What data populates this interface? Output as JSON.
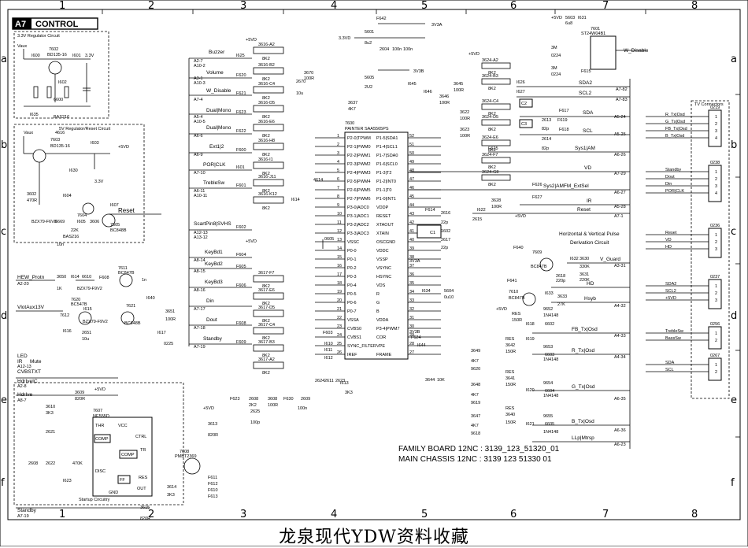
{
  "title": {
    "tag": "A7",
    "name": "CONTROL"
  },
  "grid_cols": [
    "1",
    "2",
    "3",
    "4",
    "5",
    "6",
    "7",
    "8"
  ],
  "grid_rows": [
    "a",
    "b",
    "c",
    "d",
    "e",
    "f"
  ],
  "blocks": {
    "reg33": "3.3V Regulator Circuit",
    "reg5": "5V Regulator/Reset Circuit",
    "startup": "Startup Circuitry",
    "hv_pulse_1": "Horizontal & Vertical Pulse",
    "hv_pulse_2": "Derivation Circuit"
  },
  "rails": {
    "v33d": "3.3VD",
    "v3a": "3V3A",
    "v3b": "3V3B",
    "p5vd": "+5VD",
    "vaux": "Vaux",
    "p5v": "+5V",
    "v33": "3.3V"
  },
  "ic": {
    "ref": "7600",
    "name": "PAINTER SAA5565PS"
  },
  "eeprom": {
    "ref": "7601",
    "name": "ST24W04B1"
  },
  "timer": {
    "ref": "7607",
    "name": "NE555D",
    "pins": [
      "THR",
      "VCC",
      "CTRL",
      "TR",
      "DISC",
      "RES",
      "OUT",
      "GND",
      "COMP",
      "FF"
    ]
  },
  "left_pins": [
    "P2-0|TPWM",
    "P2-1|PWM0",
    "P2-2|PWM1",
    "P2-3|PWM2",
    "P2-4|PWM3",
    "P2-5|PWM4",
    "P2-6|PWM5",
    "P2-7|PWM6",
    "P3-0|ADC0",
    "P3-1|ADC1",
    "P3-2|ADC2",
    "P3-3|ADC3",
    "VSSC",
    "P0-0",
    "P0-1",
    "P0-2",
    "P0-3",
    "P0-4",
    "P0-5",
    "P0-6",
    "P0-7",
    "VSSA",
    "CVBS0",
    "CVBS1",
    "SYNC_FILTER",
    "IREF"
  ],
  "right_pins": [
    "P1-5|SDA1",
    "P1-4|SCL1",
    "P1-7|SDA0",
    "P1-6|SCL0",
    "P1-3|T2",
    "P1-2|INT0",
    "P1-1|T0",
    "P1-0|INT1",
    "VDDP",
    "RESET",
    "XTAOUT",
    "XTAIN",
    "OSCGND",
    "VDDC",
    "VSSP",
    "VSYNC",
    "HSYNC",
    "VDS",
    "R",
    "G",
    "B",
    "VDDA",
    "P3-4|PWM7",
    "COR",
    "VPE",
    "FRAME"
  ],
  "signals_left": [
    "Buzzer",
    "Volume",
    "W_Disable",
    "Dual|Mono",
    "Ext1|2",
    "POR|CLK",
    "TrebleSw",
    "ScartPin8|SVHS",
    "KeyBd1",
    "KeyBd2",
    "KeyBd3",
    "Din",
    "Dout",
    "Standby",
    "HEW_Protn",
    "VlotAux13V",
    "LED",
    "IR",
    "Mute",
    "CVBSTXT",
    "HdrIveIC",
    "HdrIve",
    "Standby"
  ],
  "signals_right": [
    "W_Disable",
    "SDA2",
    "SCL2",
    "SDA",
    "SCL",
    "Sys1|AM",
    "VD",
    "Sys2|AMFM_ExtSel",
    "IR",
    "Reset",
    "V_Guard",
    "HD",
    "Hsyb",
    "FB_Tx|Osd",
    "R_Tx|Osd",
    "G_Tx|Osd",
    "B_Tx|Osd",
    "LLp|Mtrsp"
  ],
  "connectors": {
    "title": "TV Connectors",
    "items": [
      {
        "ref": "0219",
        "pins": [
          "R_Tx|Osd",
          "G_Tx|Osd",
          "FB_Tx|Osd",
          "B_Tx|Osd"
        ]
      },
      {
        "ref": "0238",
        "pins": [
          "Standby",
          "Dout",
          "Din",
          "POR|CLK"
        ]
      },
      {
        "ref": "0236",
        "pins": [
          "Reset",
          "VD",
          "HD"
        ]
      },
      {
        "ref": "0237",
        "pins": [
          "SDA2",
          "SCL2",
          "+5VD"
        ]
      },
      {
        "ref": "0256",
        "pins": [
          "TrebleSw",
          "BassSw"
        ]
      },
      {
        "ref": "0267",
        "pins": [
          "SDA",
          "SCL"
        ]
      }
    ]
  },
  "footer": {
    "line1": "FAMILY BOARD 12NC : 3139_123_51320_01",
    "line2": "MAIN CHASSIS 12NC : 3139  123  51330  01"
  },
  "parts": {
    "r3616": [
      "3616-A2",
      "3616-B2",
      "3616-C4",
      "3616-D5",
      "3616-E6",
      "3616-H8",
      "3616-I1",
      "3616-J11",
      "3616-K12"
    ],
    "r3617": [
      "3617-F7",
      "3617-E6",
      "3617-D5",
      "3617-C4",
      "3617-B3",
      "3617-A2"
    ],
    "r3624": [
      "3624-A2",
      "3624-B3",
      "3624-C4",
      "3624-D5",
      "3624-E6",
      "3624-F7",
      "3624-G8"
    ],
    "r_rgb": [
      "3649",
      "3648",
      "3647",
      "3650",
      "3644"
    ],
    "xtal": "1602",
    "diodes": [
      "6602",
      "6603",
      "6604",
      "6605",
      "1N4148"
    ],
    "transistors": [
      "7602",
      "7603",
      "7604",
      "7605",
      "7608",
      "7609",
      "7610",
      "7611",
      "7612",
      "7621"
    ]
  },
  "watermark": "龙泉现代YDW资料收藏"
}
